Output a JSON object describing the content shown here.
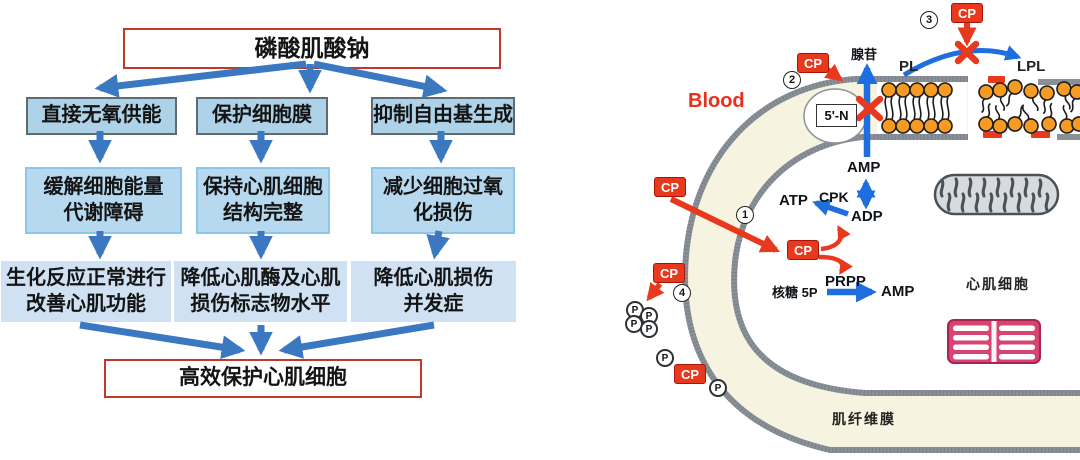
{
  "flowchart": {
    "title": "磷酸肌酸钠",
    "branches": [
      {
        "mechanism": "直接无氧供能",
        "effect": "缓解细胞能量\n代谢障碍",
        "outcome": "生化反应正常进行\n改善心肌功能"
      },
      {
        "mechanism": "保护细胞膜",
        "effect": "保持心肌细胞\n结构完整",
        "outcome": "降低心肌酶及心肌\n损伤标志物水平"
      },
      {
        "mechanism": "抑制自由基生成",
        "effect": "减少细胞过氧\n化损伤",
        "outcome": "降低心肌损伤\n并发症"
      }
    ],
    "conclusion": "高效保护心肌细胞"
  },
  "cell_diagram": {
    "cp_label": "CP",
    "blood_label": "Blood",
    "steps": [
      "1",
      "2",
      "3",
      "4"
    ],
    "adenosine": "腺苷",
    "pl": "PL",
    "lpl": "LPL",
    "enzyme": "5'-N",
    "amp": "AMP",
    "adp": "ADP",
    "atp": "ATP",
    "cpk": "CPK",
    "ribose": "核糖 5P",
    "prpp": "PRPP",
    "amp_product": "AMP",
    "phosphate": "P",
    "cell_label": "心肌细胞",
    "membrane_label": "肌纤维膜"
  },
  "colors": {
    "cp_red": "#e8391e",
    "diagram_blue": "#1e6ee0",
    "flow_arrow_blue": "#3a78c2",
    "box_blue": "#aed3e9",
    "membrane_gray": "#8a9098",
    "lipid_orange": "#f59b23",
    "sarcomere_pink": "#d84472",
    "red_border": "#c0392b"
  }
}
